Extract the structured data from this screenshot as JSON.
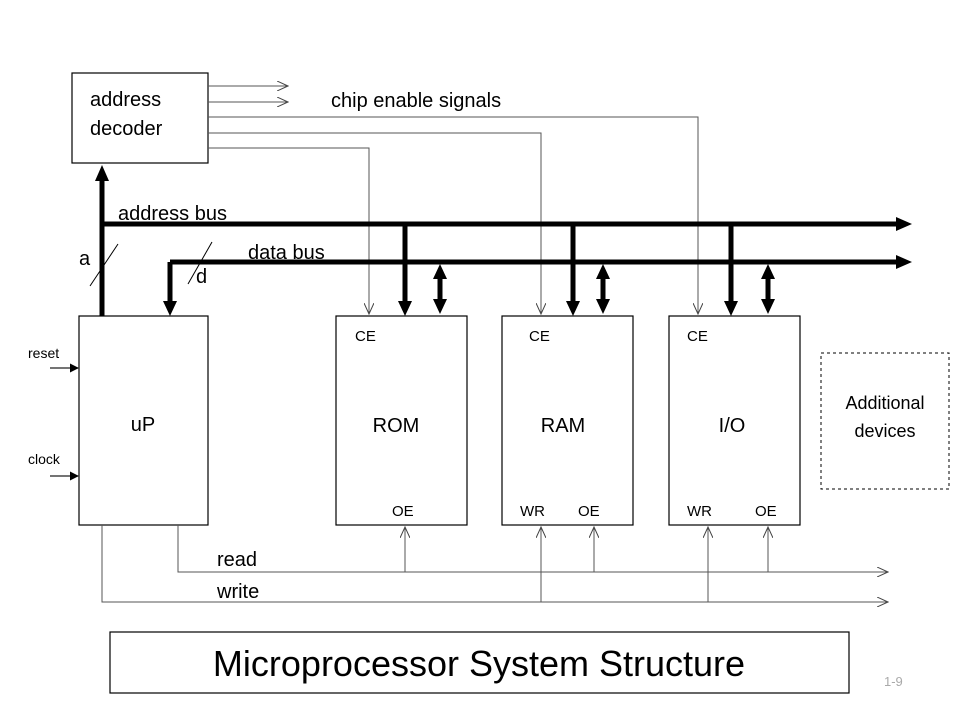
{
  "decoder": {
    "line1": "address",
    "line2": "decoder"
  },
  "labels": {
    "chip_enable": "chip enable signals",
    "address_bus": "address bus",
    "data_bus": "data bus",
    "a": "a",
    "d": "d",
    "reset": "reset",
    "clock": "clock",
    "read": "read",
    "write": "write"
  },
  "blocks": {
    "up": "uP",
    "rom": {
      "name": "ROM",
      "ce": "CE",
      "oe": "OE"
    },
    "ram": {
      "name": "RAM",
      "ce": "CE",
      "wr": "WR",
      "oe": "OE"
    },
    "io": {
      "name": "I/O",
      "ce": "CE",
      "wr": "WR",
      "oe": "OE"
    }
  },
  "additional": {
    "line1": "Additional",
    "line2": "devices"
  },
  "title": "Microprocessor System Structure",
  "page_number": "1-9",
  "colors": {
    "stroke": "#000000",
    "thin_line": "#555555",
    "page_number": "#aaaaaa"
  }
}
